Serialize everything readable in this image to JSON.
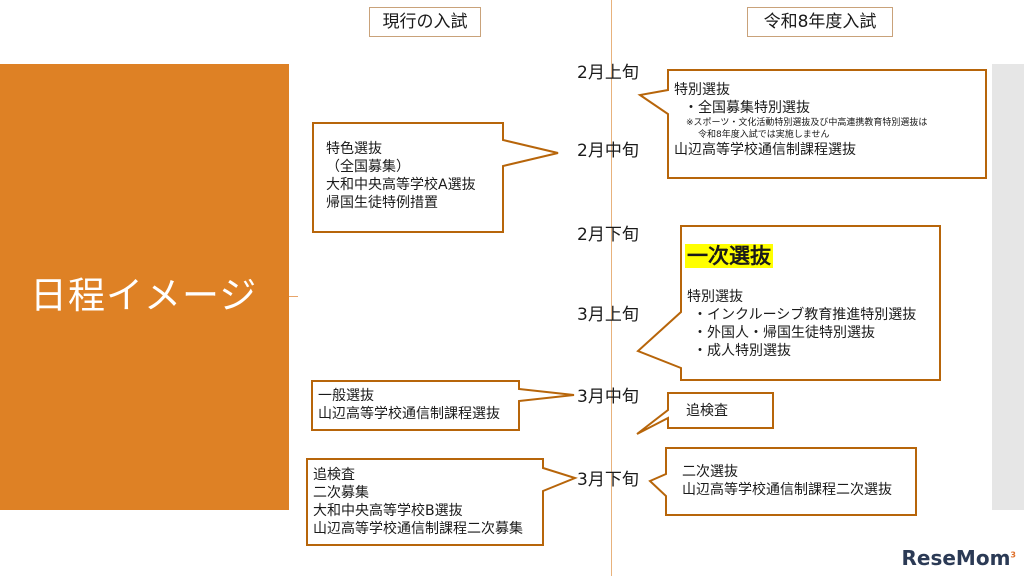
{
  "title": "日程イメージ",
  "headers": {
    "current": "現行の入試",
    "new": "令和8年度入試"
  },
  "dates": [
    "2月上旬",
    "2月中旬",
    "2月下旬",
    "3月上旬",
    "3月中旬",
    "3月下旬"
  ],
  "left_boxes": [
    {
      "lines": [
        "特色選抜",
        "（全国募集）",
        "大和中央高等学校A選抜",
        "帰国生徒特例措置"
      ]
    },
    {
      "lines": [
        "一般選抜",
        "山辺高等学校通信制課程選抜"
      ]
    },
    {
      "lines": [
        "追検査",
        "二次募集",
        "大和中央高等学校B選抜",
        "山辺高等学校通信制課程二次募集"
      ]
    }
  ],
  "right_box_1": {
    "line1": "特別選抜",
    "line2": "・全国募集特別選抜",
    "note1": "※スポーツ・文化活動特別選抜及び中高連携教育特別選抜は",
    "note2": "令和8年度入試では実施しません",
    "line3": "山辺高等学校通信制課程選抜"
  },
  "right_box_2": {
    "heading": "一次選抜",
    "line1": "特別選抜",
    "line2": "・インクルーシブ教育推進特別選抜",
    "line3": "・外国人・帰国生徒特別選抜",
    "line4": "・成人特別選抜"
  },
  "right_box_3": {
    "line1": "追検査"
  },
  "right_box_4": {
    "line1": "二次選抜",
    "line2": "山辺高等学校通信制課程二次選抜"
  },
  "logo": {
    "text": "ReseMom",
    "sup": "3"
  },
  "colors": {
    "orange": "#de8125",
    "callout_border": "#b7650a"
  }
}
